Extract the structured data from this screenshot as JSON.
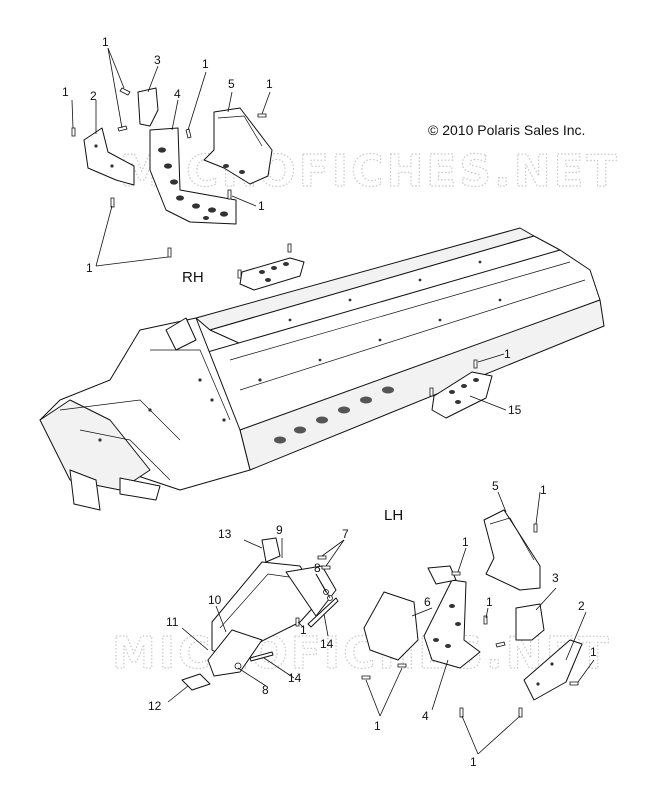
{
  "copyright": "© 2010 Polaris Sales Inc.",
  "watermark": "MICROFICHES.NET",
  "sections": {
    "rh": "RH",
    "lh": "LH"
  },
  "callouts": {
    "rh_1a": "1",
    "rh_1b": "1",
    "rh_1c": "1",
    "rh_1d": "1",
    "rh_1e": "1",
    "rh_1f": "1",
    "rh_2": "2",
    "rh_3": "3",
    "rh_4": "4",
    "rh_5": "5",
    "mid_1": "1",
    "mid_15": "15",
    "lh_1a": "1",
    "lh_1b": "1",
    "lh_1c": "1",
    "lh_1d": "1",
    "lh_1e": "1",
    "lh_1f": "1",
    "lh_1g": "1",
    "lh_2": "2",
    "lh_3": "3",
    "lh_4": "4",
    "lh_5": "5",
    "lh_6": "6",
    "lh_7": "7",
    "lh_8a": "8",
    "lh_8b": "8",
    "lh_9": "9",
    "lh_10": "10",
    "lh_11": "11",
    "lh_12": "12",
    "lh_13": "13",
    "lh_14a": "14",
    "lh_14b": "14"
  }
}
